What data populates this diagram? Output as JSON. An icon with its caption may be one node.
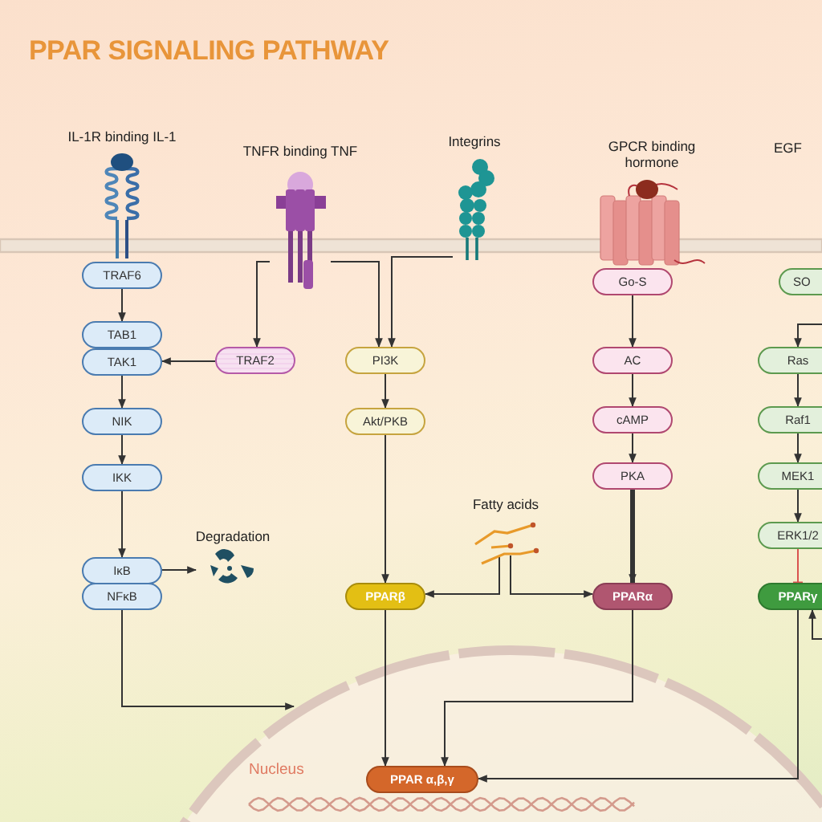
{
  "diagram": {
    "title": "PPAR SIGNALING PATHWAY",
    "nodes": [
      {
        "text": [
          "IL-1R binding IL-1"
        ]
      },
      {
        "text": [
          "TNFR binding TNF"
        ]
      },
      {
        "text": [
          "Integrins"
        ]
      },
      {
        "text": [
          "GPCR binding hormone"
        ]
      },
      {
        "text": [
          "TRAF6"
        ]
      },
      {
        "text": [
          "TAB1"
        ]
      },
      {
        "text": [
          "TAK1"
        ]
      },
      {
        "text": [
          "TRAF2"
        ]
      },
      {
        "text": [
          "PI3K"
        ]
      },
      {
        "text": [
          "Akt/PKB"
        ]
      },
      {
        "text": [
          "Go-S"
        ]
      },
      {
        "text": [
          "AC"
        ]
      },
      {
        "text": [
          "cAMP"
        ]
      },
      {
        "text": [
          "PKA"
        ]
      },
      {
        "text": [
          "SO"
        ]
      },
      {
        "text": [
          "Ras"
        ]
      },
      {
        "text": [
          "Raf1"
        ]
      },
      {
        "text": [
          "MEK1"
        ]
      },
      {
        "text": [
          "ERK1/2"
        ]
      },
      {
        "text": [
          "NIK"
        ]
      },
      {
        "text": [
          "IKK"
        ]
      },
      {
        "text": [
          "IκB"
        ]
      },
      {
        "text": [
          "NFκB"
        ]
      },
      {
        "text": [
          "Degradation"
        ]
      },
      {
        "text": [
          "Fatty acids"
        ]
      },
      {
        "text": [
          "PPARβ"
        ]
      },
      {
        "text": [
          "PPARα"
        ]
      },
      {
        "text": [
          "PPARγ"
        ]
      },
      {
        "text": [
          "PPAR α,β,γ"
        ]
      }
    ],
    "edges": [
      {
        "from": 4,
        "to": 5,
        "arrow": "to"
      },
      {
        "from": 1,
        "to": 7,
        "arrow": "to"
      },
      {
        "from": 1,
        "to": 8,
        "arrow": "to"
      },
      {
        "from": 2,
        "to": 8,
        "arrow": "to"
      },
      {
        "from": 7,
        "to": 6,
        "arrow": "to"
      },
      {
        "from": 6,
        "to": 19,
        "arrow": "to"
      },
      {
        "from": 19,
        "to": 20,
        "arrow": "to"
      },
      {
        "from": 20,
        "to": 21,
        "arrow": "to"
      },
      {
        "from": 21,
        "to": 23,
        "arrow": "to"
      },
      {
        "from": 22,
        "to": null,
        "arrow": "to"
      },
      {
        "from": 8,
        "to": 9,
        "arrow": "to"
      },
      {
        "from": 9,
        "to": 25,
        "arrow": "to"
      },
      {
        "from": 10,
        "to": 11,
        "arrow": "to"
      },
      {
        "from": 11,
        "to": 12,
        "arrow": "to"
      },
      {
        "from": 12,
        "to": 13,
        "arrow": "to"
      },
      {
        "from": 13,
        "to": 26,
        "arrow": "to",
        "style": "thick"
      },
      {
        "from": 24,
        "to": 25,
        "arrow": "to"
      },
      {
        "from": 24,
        "to": 26,
        "arrow": "to"
      },
      {
        "from": null,
        "to": 15,
        "arrow": "to"
      },
      {
        "from": 15,
        "to": 16,
        "arrow": "to"
      },
      {
        "from": 16,
        "to": 17,
        "arrow": "to"
      },
      {
        "from": 17,
        "to": 18,
        "arrow": "to"
      },
      {
        "from": 18,
        "to": 27,
        "arrow": "other",
        "color": "#d9534f"
      },
      {
        "from": 25,
        "to": 28,
        "arrow": "to"
      },
      {
        "from": 26,
        "to": 28,
        "arrow": "to"
      },
      {
        "from": 27,
        "to": 28,
        "arrow": "to"
      },
      {
        "from": null,
        "to": 27,
        "arrow": "to"
      }
    ],
    "labels": [
      "EGF",
      "Nucleus"
    ]
  }
}
